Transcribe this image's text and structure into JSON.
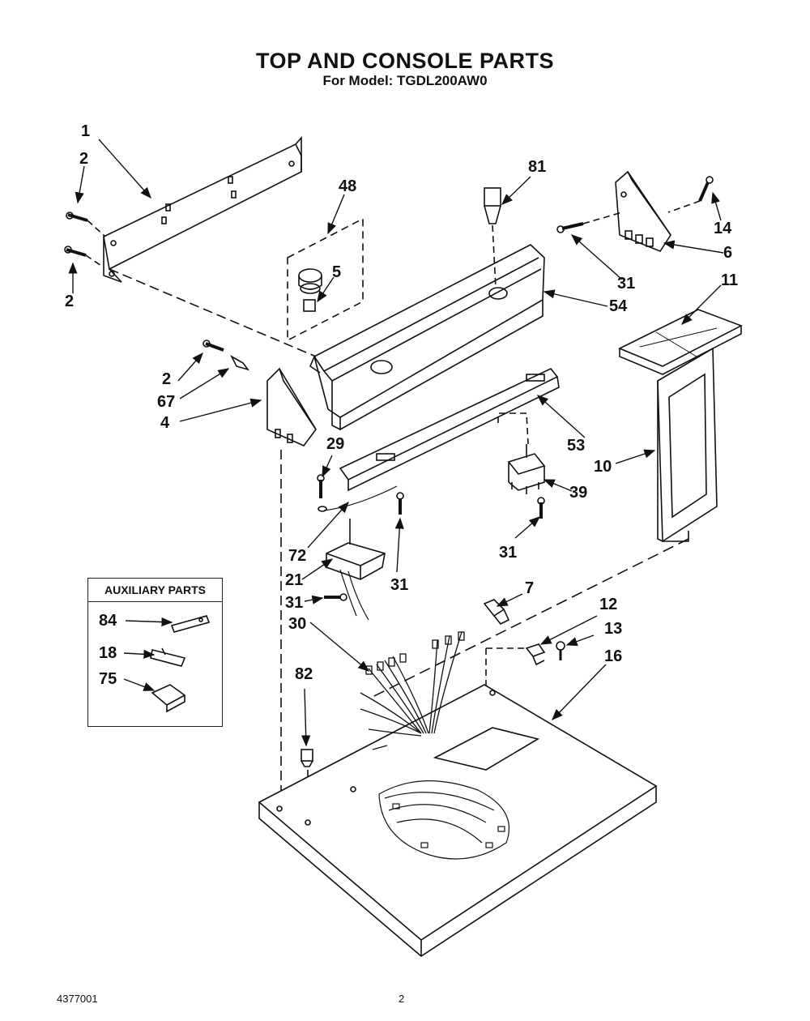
{
  "header": {
    "title": "TOP AND CONSOLE PARTS",
    "subtitle": "For Model: TGDL200AW0"
  },
  "auxiliary": {
    "title": "AUXILIARY PARTS"
  },
  "callouts": {
    "c1": "1",
    "c2a": "2",
    "c2b": "2",
    "c2c": "2",
    "c4": "4",
    "c5": "5",
    "c6": "6",
    "c7": "7",
    "c10": "10",
    "c11": "11",
    "c12": "12",
    "c13": "13",
    "c14": "14",
    "c16": "16",
    "c18": "18",
    "c21": "21",
    "c29": "29",
    "c30": "30",
    "c31a": "31",
    "c31b": "31",
    "c31c": "31",
    "c31d": "31",
    "c39": "39",
    "c48": "48",
    "c53": "53",
    "c54": "54",
    "c67": "67",
    "c72": "72",
    "c75": "75",
    "c81": "81",
    "c82": "82",
    "c84": "84"
  },
  "footer": {
    "doc_number": "4377001",
    "page_number": "2"
  }
}
